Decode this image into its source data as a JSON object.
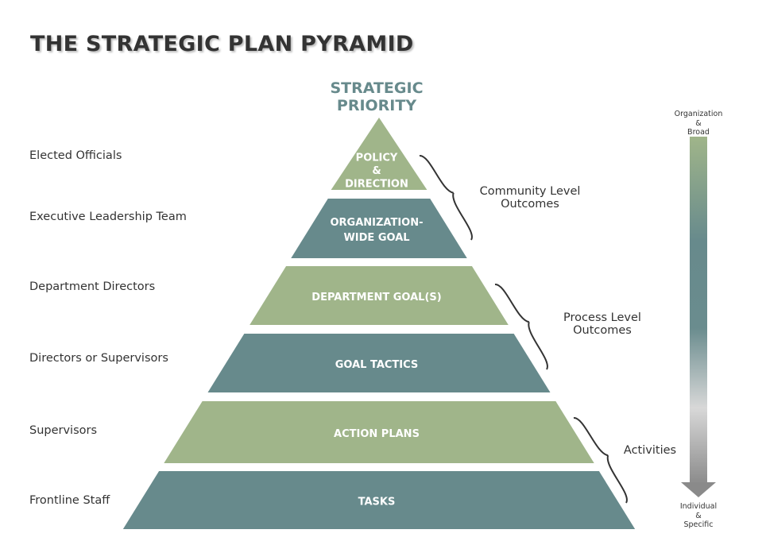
{
  "title": "THE STRATEGIC PLAN PYRAMID",
  "apex_label": [
    "STRATEGIC",
    "PRIORITY"
  ],
  "colors": {
    "green": "#a0b58a",
    "teal": "#678a8c",
    "text": "#333333"
  },
  "levels": [
    {
      "role": "Elected Officials",
      "lines": [
        "POLICY",
        "&",
        "DIRECTION"
      ],
      "color": "green"
    },
    {
      "role": "Executive Leadership Team",
      "lines": [
        "ORGANIZATION-",
        "WIDE GOAL"
      ],
      "color": "teal"
    },
    {
      "role": "Department Directors",
      "lines": [
        "DEPARTMENT GOAL(S)"
      ],
      "color": "green"
    },
    {
      "role": "Directors or Supervisors",
      "lines": [
        "GOAL TACTICS"
      ],
      "color": "teal"
    },
    {
      "role": "Supervisors",
      "lines": [
        "ACTION PLANS"
      ],
      "color": "green"
    },
    {
      "role": "Frontline Staff",
      "lines": [
        "TASKS"
      ],
      "color": "teal"
    }
  ],
  "outcomes": [
    {
      "lines": [
        "Community Level",
        "Outcomes"
      ]
    },
    {
      "lines": [
        "Process  Level",
        "Outcomes"
      ]
    },
    {
      "lines": [
        "Activities"
      ]
    }
  ],
  "arrow": {
    "top": [
      "Organization",
      "&",
      "Broad"
    ],
    "bottom": [
      "Individual",
      "&",
      "Specific"
    ]
  }
}
